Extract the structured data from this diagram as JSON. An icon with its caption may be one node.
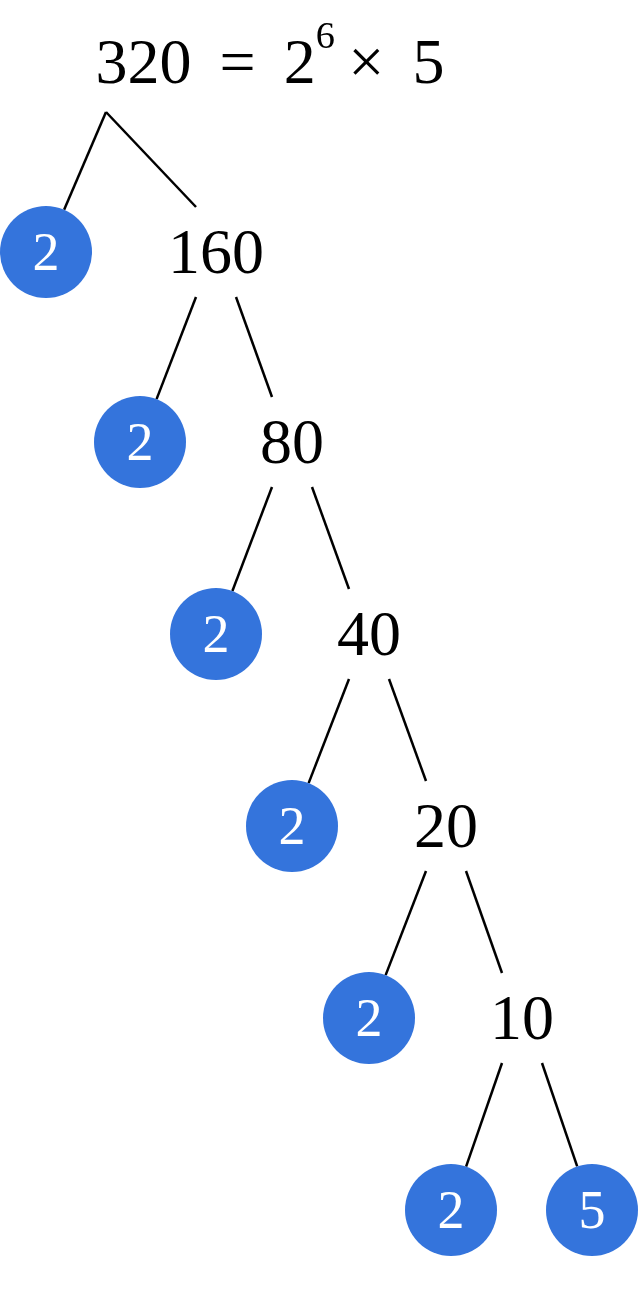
{
  "diagram": {
    "nodes": [
      {
        "text": [
          "320 = 2$^{6}$ × 5"
        ]
      },
      {
        "text": [
          "2"
        ]
      },
      {
        "text": [
          "160"
        ]
      },
      {
        "text": [
          "2"
        ]
      },
      {
        "text": [
          "80"
        ]
      },
      {
        "text": [
          "2"
        ]
      },
      {
        "text": [
          "40"
        ]
      },
      {
        "text": [
          "2"
        ]
      },
      {
        "text": [
          "20"
        ]
      },
      {
        "text": [
          "2"
        ]
      },
      {
        "text": [
          "10"
        ]
      },
      {
        "text": [
          "2"
        ]
      },
      {
        "text": [
          "5"
        ]
      }
    ],
    "edges": [
      {
        "from": 0,
        "to": 1,
        "arrow": "none"
      },
      {
        "from": 0,
        "to": 2,
        "arrow": "none"
      },
      {
        "from": 2,
        "to": 3,
        "arrow": "none"
      },
      {
        "from": 2,
        "to": 4,
        "arrow": "none"
      },
      {
        "from": 4,
        "to": 5,
        "arrow": "none"
      },
      {
        "from": 4,
        "to": 6,
        "arrow": "none"
      },
      {
        "from": 6,
        "to": 7,
        "arrow": "none"
      },
      {
        "from": 6,
        "to": 8,
        "arrow": "none"
      },
      {
        "from": 8,
        "to": 9,
        "arrow": "none"
      },
      {
        "from": 8,
        "to": 10,
        "arrow": "none"
      },
      {
        "from": 10,
        "to": 11,
        "arrow": "none"
      },
      {
        "from": 10,
        "to": 12,
        "arrow": "none"
      }
    ]
  }
}
